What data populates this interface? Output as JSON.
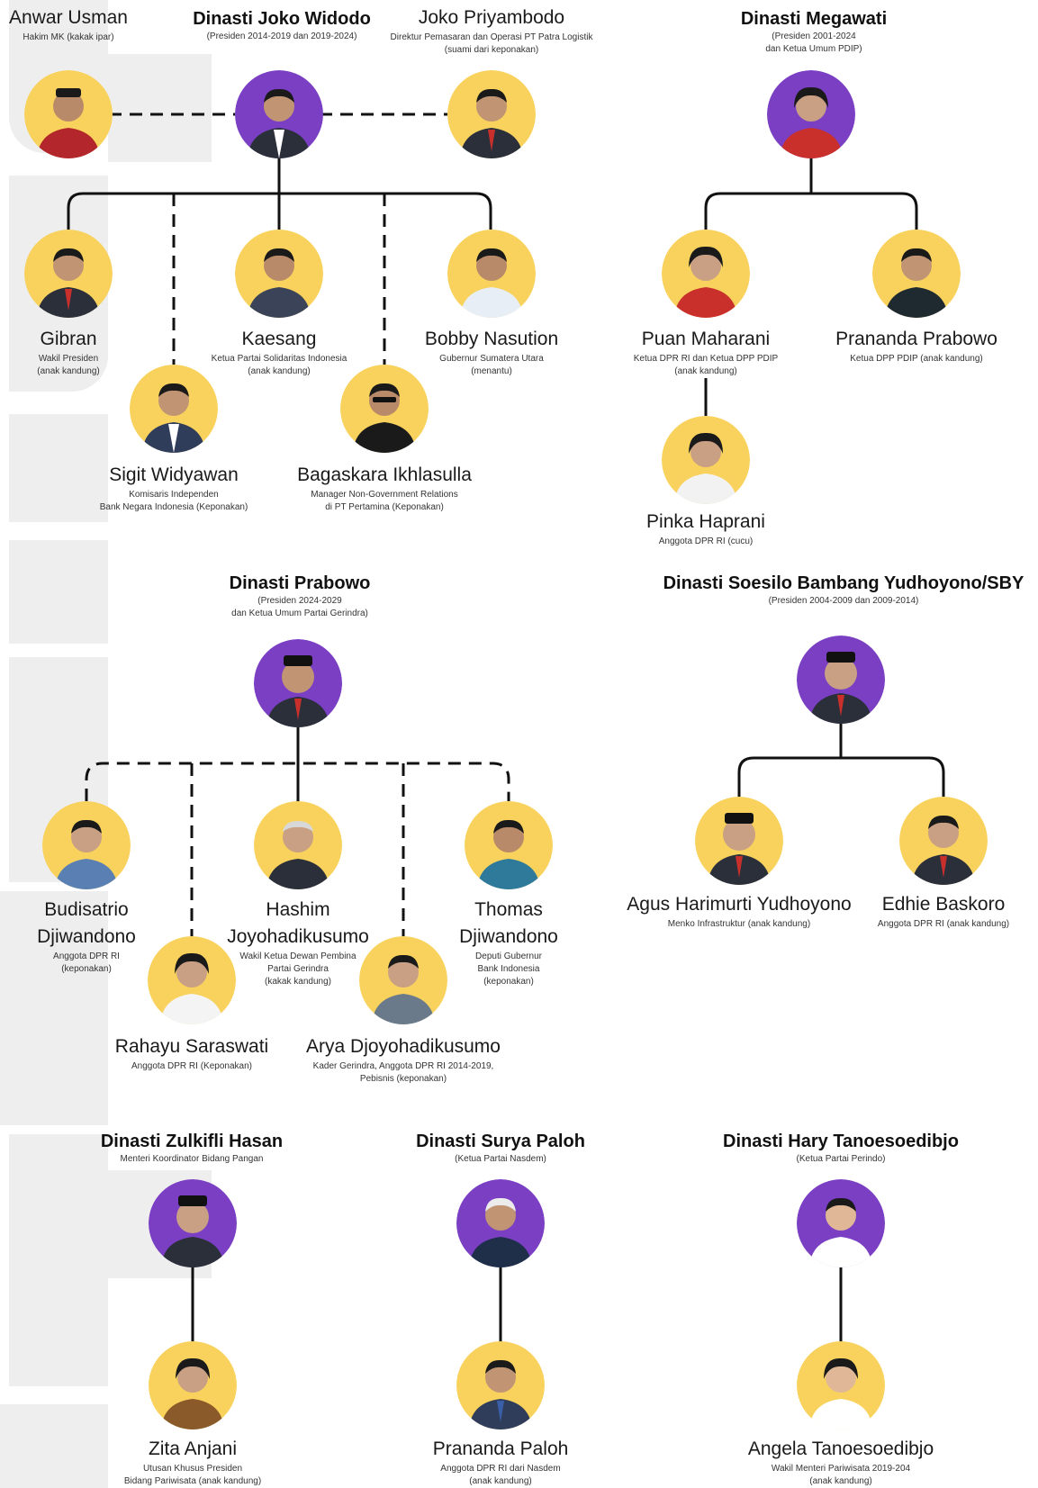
{
  "colors": {
    "purple": "#7b3fc3",
    "yellow": "#f8d25c",
    "line": "#111111",
    "watermark": "#eeeeee"
  },
  "titles": {
    "jokowi": {
      "title": "Dinasti Joko Widodo",
      "subtitle": "(Presiden 2014-2019 dan 2019-2024)"
    },
    "megawati": {
      "title": "Dinasti Megawati",
      "subtitle": "(Presiden 2001-2024\ndan Ketua Umum PDIP)"
    },
    "prabowo": {
      "title": "Dinasti Prabowo",
      "subtitle": "(Presiden 2024-2029\ndan Ketua Umum Partai Gerindra)"
    },
    "sby": {
      "title": "Dinasti Soesilo Bambang Yudhoyono/SBY",
      "subtitle": "(Presiden 2004-2009 dan 2009-2014)"
    },
    "zulhas": {
      "title": "Dinasti Zulkifli Hasan",
      "subtitle": "Menteri Koordinator Bidang Pangan"
    },
    "paloh": {
      "title": "Dinasti Surya Paloh",
      "subtitle": "(Ketua Partai Nasdem)"
    },
    "hary": {
      "title": "Dinasti Hary Tanoesoedibjo",
      "subtitle": "(Ketua Partai Perindo)"
    }
  },
  "people": {
    "anwar": {
      "name": "Anwar Usman",
      "desc": "Hakim MK (kakak ipar)"
    },
    "joko_p": {
      "name": "Joko Priyambodo",
      "desc": "Direktur Pemasaran dan Operasi PT Patra Logistik\n(suami dari keponakan)"
    },
    "gibran": {
      "name": "Gibran",
      "desc": "Wakil Presiden\n(anak kandung)"
    },
    "kaesang": {
      "name": "Kaesang",
      "desc": "Ketua Partai Solidaritas Indonesia\n(anak kandung)"
    },
    "bobby": {
      "name": "Bobby Nasution",
      "desc": "Gubernur Sumatera Utara\n(menantu)"
    },
    "sigit": {
      "name": "Sigit Widyawan",
      "desc": "Komisaris Independen\nBank Negara Indonesia (Keponakan)"
    },
    "bagaskara": {
      "name": "Bagaskara Ikhlasulla",
      "desc": "Manager Non-Government Relations\ndi PT Pertamina (Keponakan)"
    },
    "puan": {
      "name": "Puan Maharani",
      "desc": "Ketua DPR RI dan Ketua DPP PDIP\n(anak kandung)"
    },
    "prananda_p": {
      "name": "Prananda Prabowo",
      "desc": "Ketua DPP PDIP (anak kandung)"
    },
    "pinka": {
      "name": "Pinka Haprani",
      "desc": "Anggota DPR RI (cucu)"
    },
    "budisatrio": {
      "name": "Budisatrio\nDjiwandono",
      "desc": "Anggota DPR RI\n(keponakan)"
    },
    "hashim": {
      "name": "Hashim\nJoyohadikusumo",
      "desc": "Wakil Ketua Dewan Pembina\nPartai Gerindra\n(kakak kandung)"
    },
    "thomas": {
      "name": "Thomas\nDjiwandono",
      "desc": "Deputi Gubernur\nBank Indonesia\n(keponakan)"
    },
    "rahayu": {
      "name": "Rahayu Saraswati",
      "desc": "Anggota DPR RI (Keponakan)"
    },
    "arya": {
      "name": "Arya Djoyohadikusumo",
      "desc": "Kader Gerindra, Anggota DPR RI 2014-2019,\nPebisnis (keponakan)"
    },
    "agus": {
      "name": "Agus Harimurti Yudhoyono",
      "desc": "Menko Infrastruktur (anak kandung)"
    },
    "edhie": {
      "name": "Edhie Baskoro",
      "desc": "Anggota DPR RI (anak kandung)"
    },
    "zita": {
      "name": "Zita Anjani",
      "desc": "Utusan Khusus Presiden\nBidang Pariwisata (anak kandung)"
    },
    "prananda_s": {
      "name": "Prananda Paloh",
      "desc": "Anggota DPR RI dari Nasdem\n(anak kandung)"
    },
    "angela": {
      "name": "Angela Tanoesoedibjo",
      "desc": "Wakil Menteri Pariwisata 2019-204\n(anak kandung)"
    }
  }
}
